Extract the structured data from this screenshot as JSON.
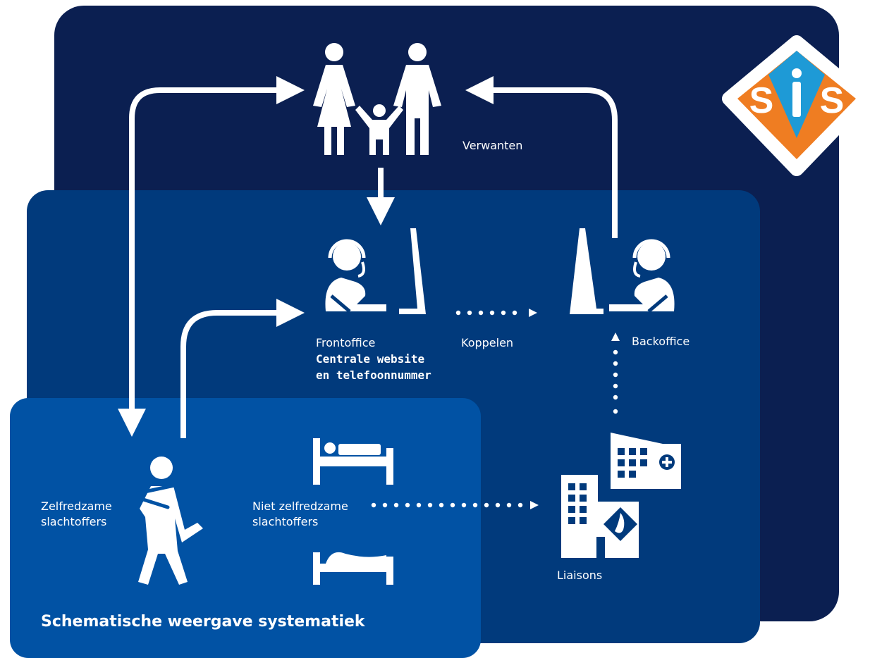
{
  "colors": {
    "panel_outer": "#0b1f51",
    "panel_middle": "#013a7c",
    "panel_inner": "#0152a4",
    "logo_orange": "#ef7d22",
    "logo_blue": "#1e9ad6",
    "foreground": "#ffffff"
  },
  "logo": {
    "text": "SiS"
  },
  "labels": {
    "relatives": "Verwanten",
    "frontoffice": "Frontoffice",
    "central_line1": "Centrale website",
    "central_line2": "en telefoonnummer",
    "link": "Koppelen",
    "backoffice": "Backoffice",
    "self_reliant_line1": "Zelfredzame",
    "self_reliant_line2": "slachtoffers",
    "not_self_reliant_line1": "Niet zelfredzame",
    "not_self_reliant_line2": "slachtoffers",
    "liaisons": "Liaisons"
  },
  "title": "Schematische weergave systematiek",
  "icons": [
    "family-icon",
    "frontoffice-operator-icon",
    "backoffice-operator-icon",
    "injured-person-icon",
    "hospital-bed-icon",
    "stretcher-icon",
    "hospital-icon",
    "police-station-icon"
  ]
}
